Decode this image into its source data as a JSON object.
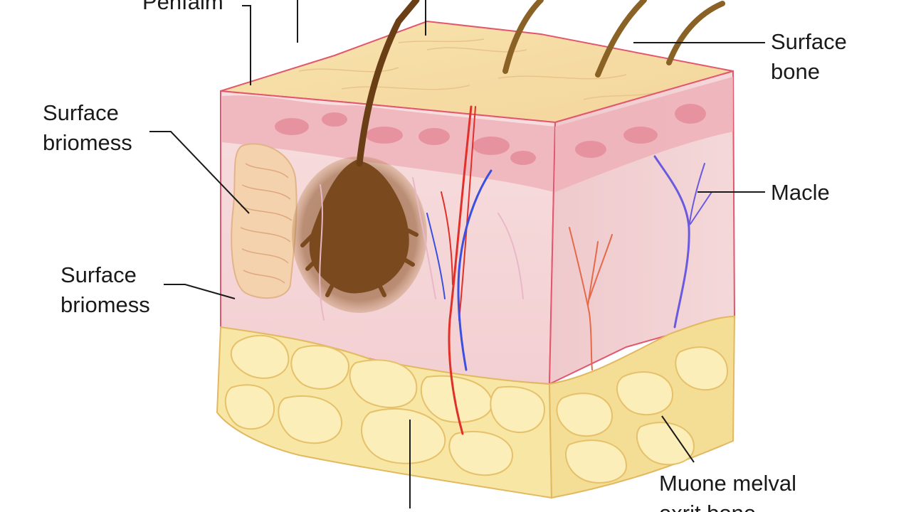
{
  "labels": {
    "top_left": "Penfaim",
    "surface_bone": [
      "Surface",
      "bone"
    ],
    "surface_briomess_1": [
      "Surface",
      "briomess"
    ],
    "macle": "Macle",
    "surface_briomess_2": [
      "Surface",
      "briomess"
    ],
    "bottom_right": [
      "Muone melval",
      "exrit bone"
    ]
  },
  "colors": {
    "epidermis_top": "#f6dca0",
    "dermis_band": "#ecaab2",
    "dermis": "#f6dada",
    "fat": "#f8e6a4",
    "hair": "#7a4a1e",
    "artery": "#e0302a",
    "vein": "#3b4fe0",
    "outline": "#e2566e"
  }
}
